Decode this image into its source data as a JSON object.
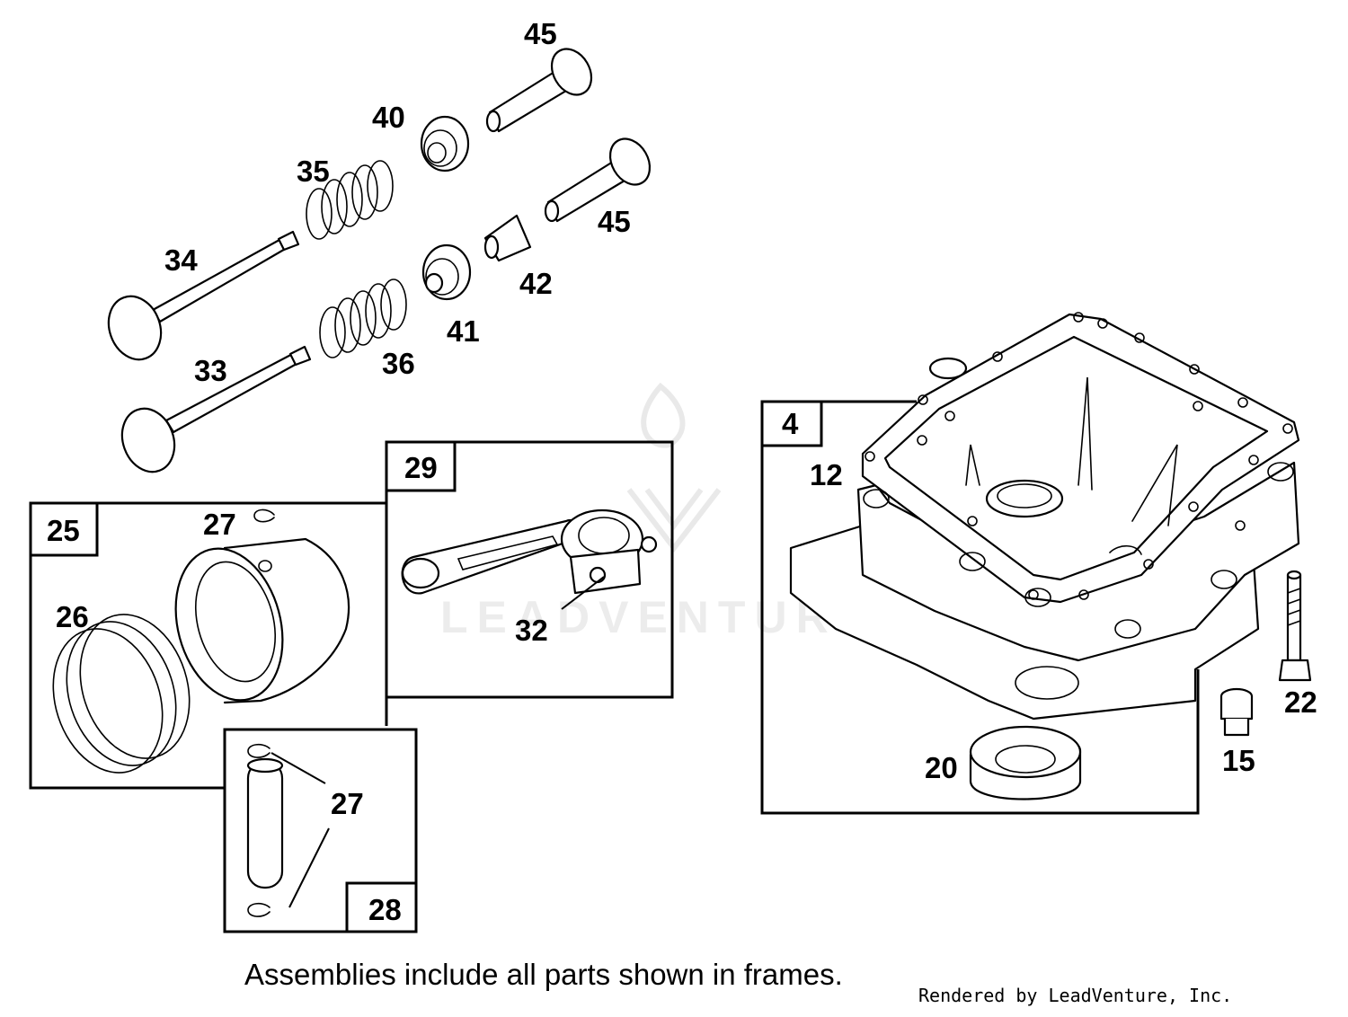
{
  "watermark": {
    "text": "LEADVENTURE"
  },
  "callouts": {
    "c45a": "45",
    "c40": "40",
    "c35": "35",
    "c45b": "45",
    "c34": "34",
    "c42": "42",
    "c41": "41",
    "c33": "33",
    "c36": "36",
    "c27a": "27",
    "c26": "26",
    "c32": "32",
    "c27b": "27",
    "c12": "12",
    "c22": "22",
    "c15": "15",
    "c20": "20"
  },
  "frames": {
    "f25": "25",
    "f29": "29",
    "f28": "28",
    "f4": "4"
  },
  "footer": {
    "note": "Assemblies include all parts shown in frames.",
    "credit": "Rendered by LeadVenture, Inc."
  }
}
